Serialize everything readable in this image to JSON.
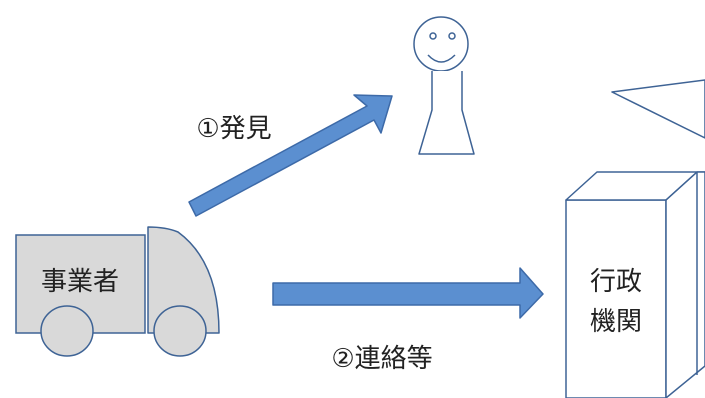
{
  "diagram": {
    "truck_label": "事業者",
    "discover_label": "①発見",
    "contact_label": "②連絡等",
    "gov_label_line1": "行政",
    "gov_label_line2": "機関"
  },
  "colors": {
    "arrow_fill": "#5b8fd0",
    "arrow_stroke": "#3d6aa8",
    "truck_fill": "#d9d9d9",
    "outline": "#3e6395",
    "background": "#ffffff"
  },
  "icons": {
    "person": "person-icon",
    "truck": "truck-icon",
    "building": "government-building-icon",
    "speech": "speech-bubble-icon"
  }
}
